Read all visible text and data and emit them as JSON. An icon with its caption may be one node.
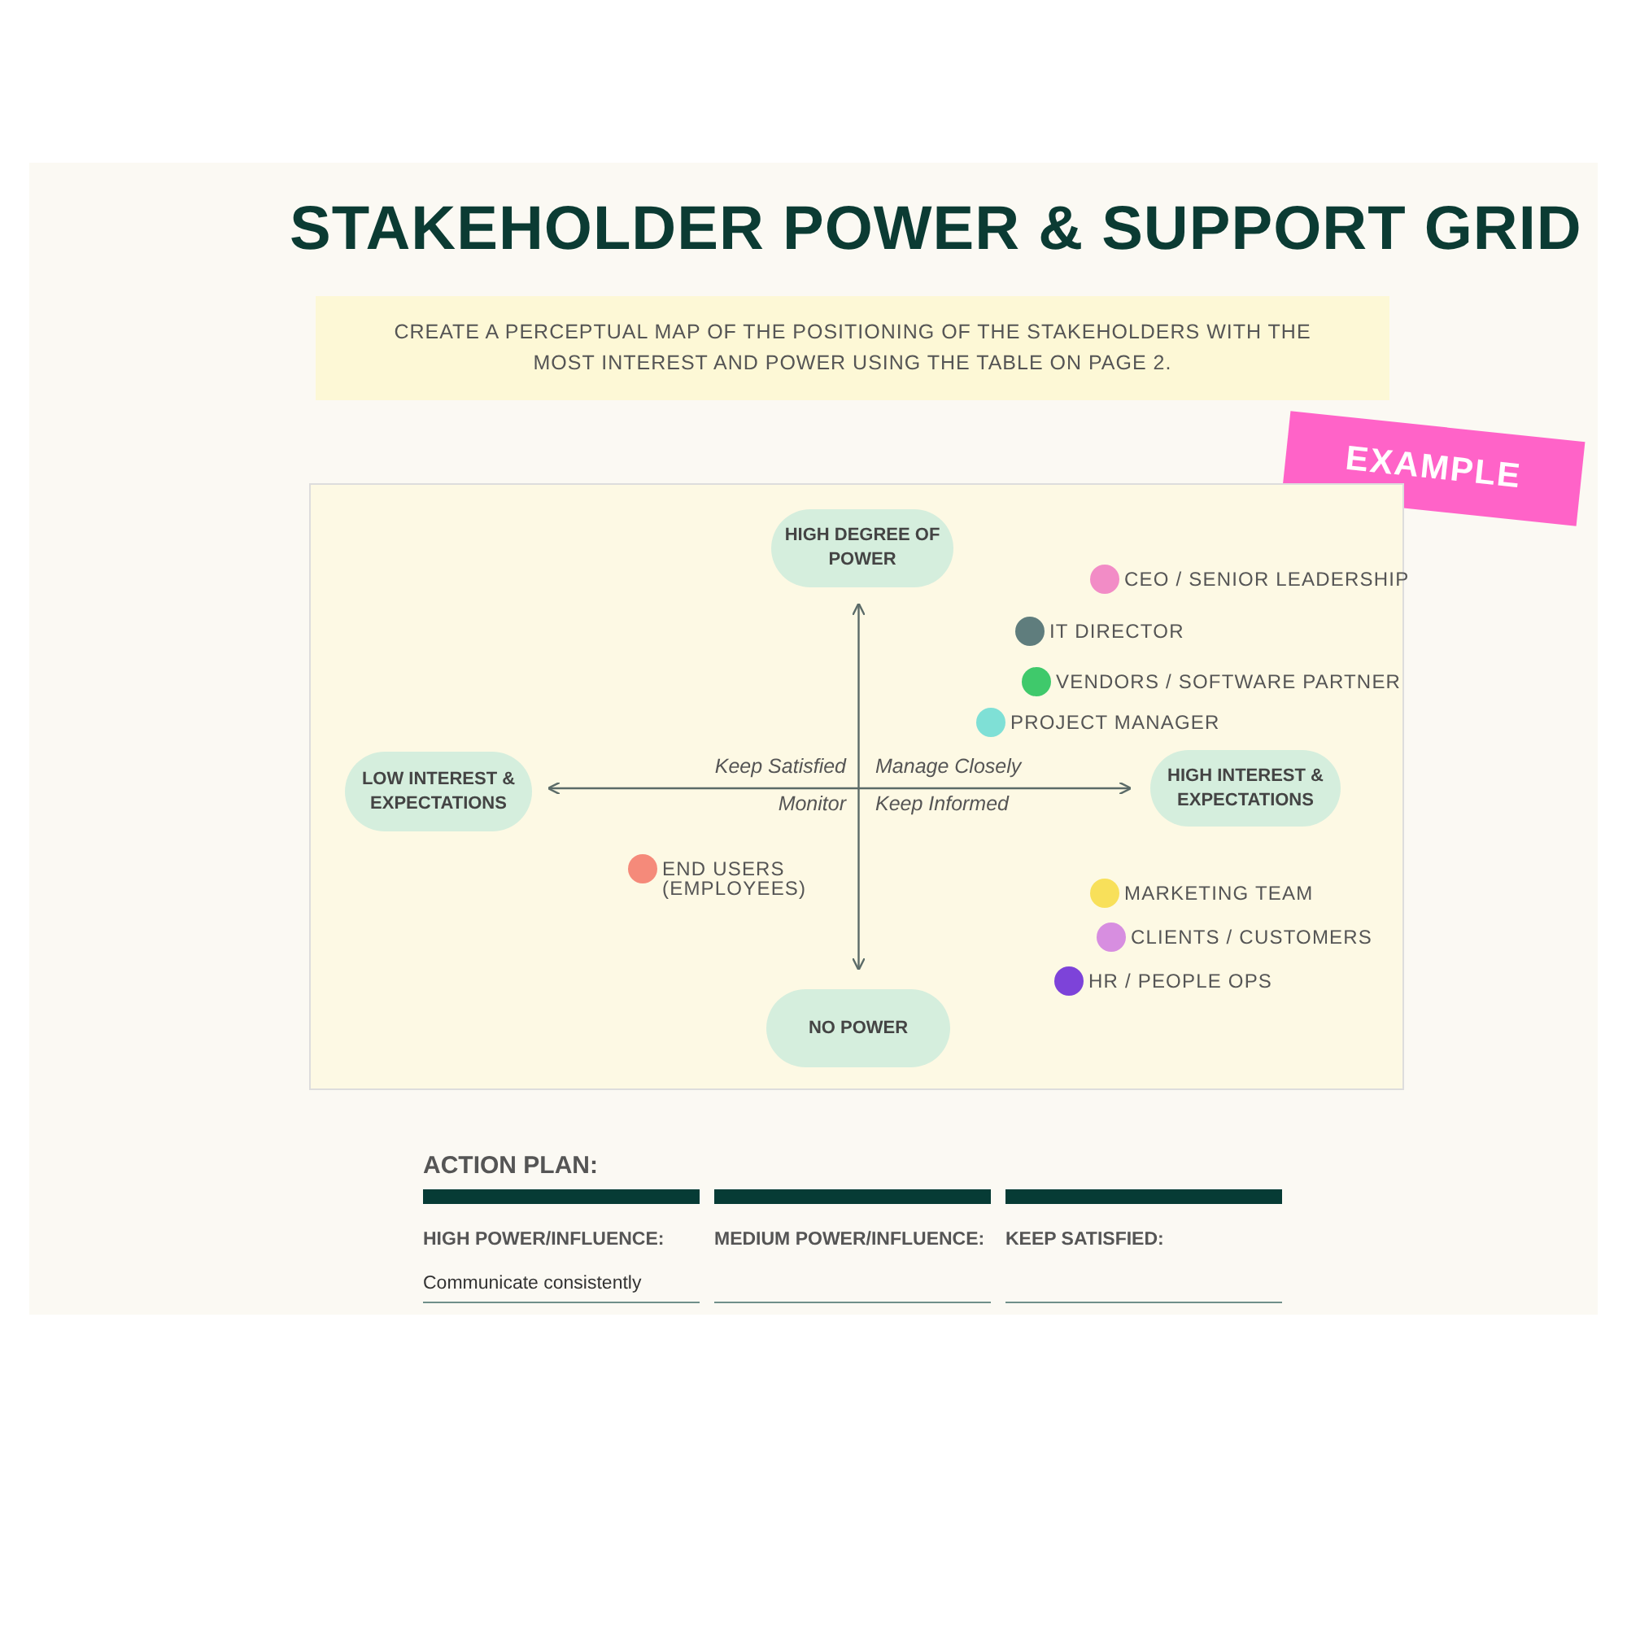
{
  "diagram": {
    "title": "STAKEHOLDER POWER & SUPPORT GRID",
    "nodes": [
      {
        "text": [
          "CREATE A PERCEPTUAL MAP OF THE POSITIONING OF THE STAKEHOLDERS WITH THE MOST INTEREST AND POWER USING THE TABLE ON PAGE 2."
        ]
      },
      {
        "text": [
          "EXAMPLE"
        ]
      },
      {
        "text": [],
        "shape": "box"
      },
      {
        "text": [
          "HIGH DEGREE OF POWER"
        ],
        "in": 2
      },
      {
        "text": [
          "LOW INTEREST & EXPECTATIONS"
        ],
        "in": 2
      },
      {
        "text": [
          "HIGH INTEREST & EXPECTATIONS"
        ],
        "in": 2
      },
      {
        "text": [
          "NO POWER"
        ],
        "in": 2
      },
      {
        "text": [],
        "shape": "circle",
        "in": 2,
        "beside": [
          "CEO / SENIOR LEADERSHIP"
        ]
      },
      {
        "text": [],
        "shape": "circle",
        "in": 2,
        "beside": [
          "IT DIRECTOR"
        ]
      },
      {
        "text": [],
        "shape": "circle",
        "in": 2,
        "beside": [
          "VENDORS / SOFTWARE PARTNER"
        ]
      },
      {
        "text": [],
        "shape": "circle",
        "in": 2,
        "beside": [
          "PROJECT MANAGER"
        ]
      },
      {
        "text": [],
        "shape": "circle",
        "in": 2,
        "beside": [
          "END USERS (EMPLOYEES)"
        ]
      },
      {
        "text": [],
        "shape": "circle",
        "in": 2,
        "beside": [
          "MARKETING TEAM"
        ]
      },
      {
        "text": [],
        "shape": "circle",
        "in": 2,
        "beside": [
          "CLIENTS / CUSTOMERS"
        ]
      },
      {
        "text": [],
        "shape": "circle",
        "in": 2,
        "beside": [
          "HR / PEOPLE OPS"
        ]
      }
    ],
    "edges": [
      {
        "from": 3,
        "to": 6,
        "arrow": "both"
      },
      {
        "from": 4,
        "to": 5,
        "arrow": "both"
      }
    ],
    "labels": [
      "Keep Satisfied",
      "Manage Closely",
      "Monitor",
      "Keep Informed",
      "ACTION PLAN:",
      "HIGH POWER/INFLUENCE:",
      "MEDIUM POWER/INFLUENCE:",
      "KEEP SATISFIED:",
      "Communicate consistently"
    ]
  }
}
